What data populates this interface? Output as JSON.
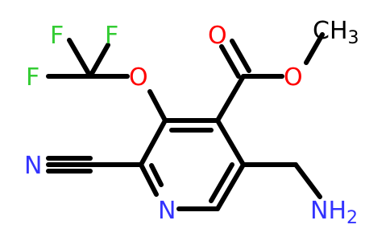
{
  "molecule": {
    "colors": {
      "bond": "#000000",
      "nitrogen": "#3333ff",
      "oxygen": "#ff0000",
      "fluorine": "#33cc33"
    },
    "atoms": {
      "F1": "F",
      "F2": "F",
      "F3": "F",
      "O_ether": "O",
      "O_carbonyl": "O",
      "O_ester": "O",
      "methyl": "CH",
      "methyl_sub": "3",
      "N_nitrile": "N",
      "N_ring": "N",
      "amine": "NH",
      "amine_sub": "2"
    }
  }
}
